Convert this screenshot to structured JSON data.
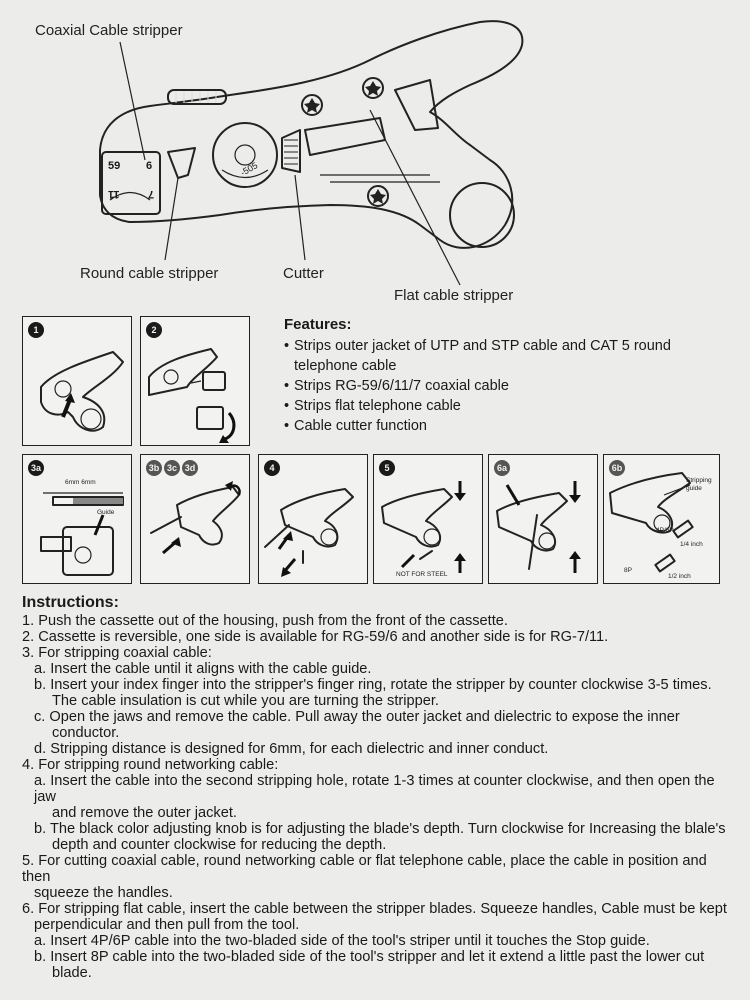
{
  "diagram": {
    "labels": {
      "coaxial": "Coaxial Cable stripper",
      "round": "Round cable stripper",
      "cutter": "Cutter",
      "flat": "Flat cable stripper"
    },
    "cassette_marks": [
      "59",
      "6",
      "11",
      "7"
    ],
    "dial_mark": "-505"
  },
  "steps": [
    {
      "badges": [
        "1"
      ]
    },
    {
      "badges": [
        "2"
      ]
    },
    {
      "badges": [
        "3a"
      ],
      "texts": [
        "6mm 6mm",
        "Guide"
      ]
    },
    {
      "badges": [
        "3b",
        "3c",
        "3d"
      ]
    },
    {
      "badges": [
        "4"
      ]
    },
    {
      "badges": [
        "5"
      ],
      "texts": [
        "NOT FOR STEEL"
      ]
    },
    {
      "badges": [
        "6a"
      ]
    },
    {
      "badges": [
        "6b"
      ],
      "texts": [
        "Stripping guide",
        "4P/6P",
        "1/4 inch",
        "8P",
        "1/2 inch"
      ]
    }
  ],
  "features": {
    "title": "Features:",
    "items": [
      "Strips outer jacket of UTP and STP cable and CAT 5 round telephone cable",
      "Strips RG-59/6/11/7 coaxial cable",
      "Strips flat telephone cable",
      "Cable cutter function"
    ]
  },
  "instructions": {
    "title": "Instructions:",
    "lines": [
      "1. Push the cassette out of the housing, push from the front of the cassette.",
      "2. Cassette is reversible, one side is available for RG-59/6 and another side is for RG-7/11.",
      "3. For stripping coaxial cable:",
      "a. Insert the cable until it aligns with the cable guide.",
      "b. Insert your index finger into the stripper's finger ring, rotate the stripper by counter clockwise 3-5 times.",
      "The cable insulation is cut while you are turning the stripper.",
      "c. Open the jaws and remove the cable. Pull away the outer jacket and dielectric to expose the inner",
      "conductor.",
      "d. Stripping distance is designed for 6mm, for each dielectric and inner conduct.",
      "4. For stripping round networking cable:",
      "a. Insert the cable into the second stripping hole, rotate 1-3 times at counter clockwise, and then open the jaw",
      "and remove the outer jacket.",
      "b. The black color adjusting knob is for adjusting the blade's depth. Turn clockwise for Increasing the blale's",
      "depth and counter clockwise for reducing the depth.",
      "5. For cutting coaxial cable, round networking cable or flat telephone cable, place the cable in position and then",
      "squeeze the handles.",
      "6. For stripping flat cable, insert the cable between the stripper blades. Squeeze handles, Cable must be kept",
      "perpendicular and then pull from the tool.",
      "a. Insert 4P/6P cable into the two-bladed side of the tool's striper until it touches the Stop guide.",
      "b. Insert 8P cable into the two-bladed side of the tool's stripper and let it extend a little past the lower cut",
      "blade."
    ]
  }
}
